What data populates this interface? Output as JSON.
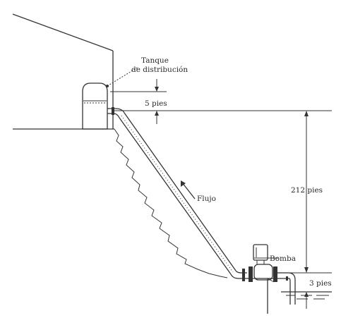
{
  "labels": {
    "tank_line1": "Tanque",
    "tank_line2": "de distribución",
    "height_5": "5 pies",
    "flow": "Flujo",
    "height_212": "212 pies",
    "pump": "Bomba",
    "height_3": "3 pies"
  }
}
